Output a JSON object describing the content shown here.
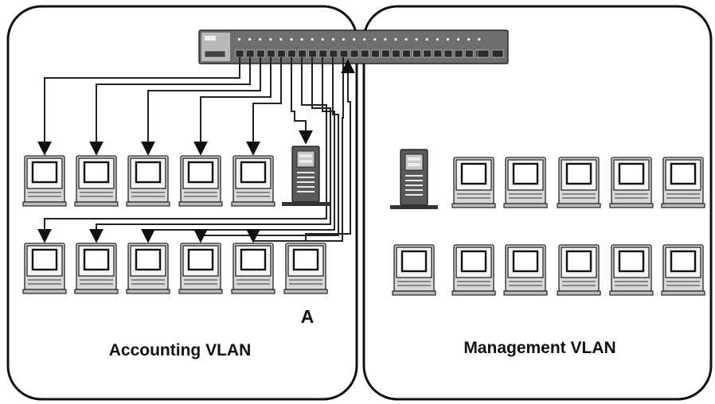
{
  "regions": {
    "accounting": {
      "label": "Accounting VLAN"
    },
    "management": {
      "label": "Management VLAN"
    }
  },
  "marker": {
    "label": "A"
  },
  "switch": {
    "icon": "network-switch-icon",
    "port_count": 24
  },
  "accounting": {
    "row1": [
      "workstation",
      "workstation",
      "workstation",
      "workstation",
      "workstation",
      "server"
    ],
    "row2": [
      "workstation",
      "workstation",
      "workstation",
      "workstation",
      "workstation",
      "workstation"
    ]
  },
  "management": {
    "row1": [
      "server",
      "workstation",
      "workstation",
      "workstation",
      "workstation",
      "workstation"
    ],
    "row2": [
      "workstation",
      "workstation",
      "workstation",
      "workstation",
      "workstation",
      "workstation"
    ]
  },
  "colors": {
    "line": "#111111",
    "switch": "#6e6e6e",
    "background": "#ffffff"
  }
}
